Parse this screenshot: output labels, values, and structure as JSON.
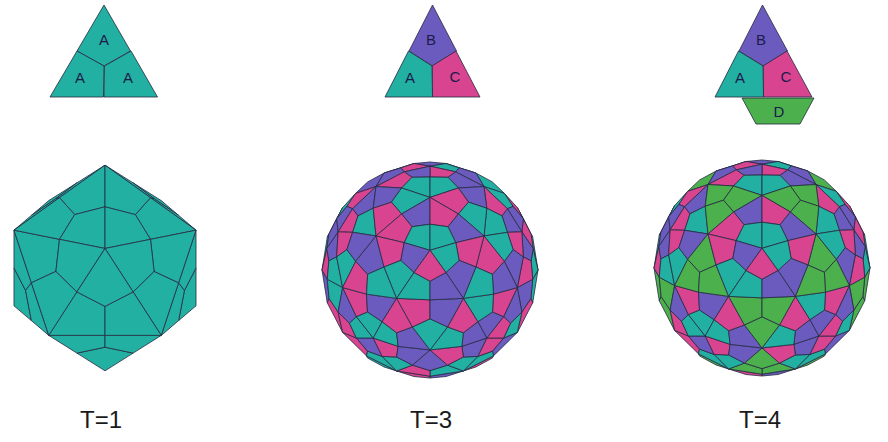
{
  "diagram": {
    "nodes": [
      {
        "text": [
          "A"
        ]
      },
      {
        "text": [
          "A"
        ]
      },
      {
        "text": [
          "A"
        ]
      },
      {
        "text": [
          "B"
        ]
      },
      {
        "text": [
          "C"
        ]
      },
      {
        "text": [
          "A"
        ]
      },
      {
        "text": [
          "B"
        ]
      },
      {
        "text": [
          "C"
        ]
      },
      {
        "text": [
          "A"
        ]
      },
      {
        "text": [
          "D"
        ]
      }
    ],
    "labels": [
      "T=1",
      "T=3",
      "T=4"
    ]
  }
}
